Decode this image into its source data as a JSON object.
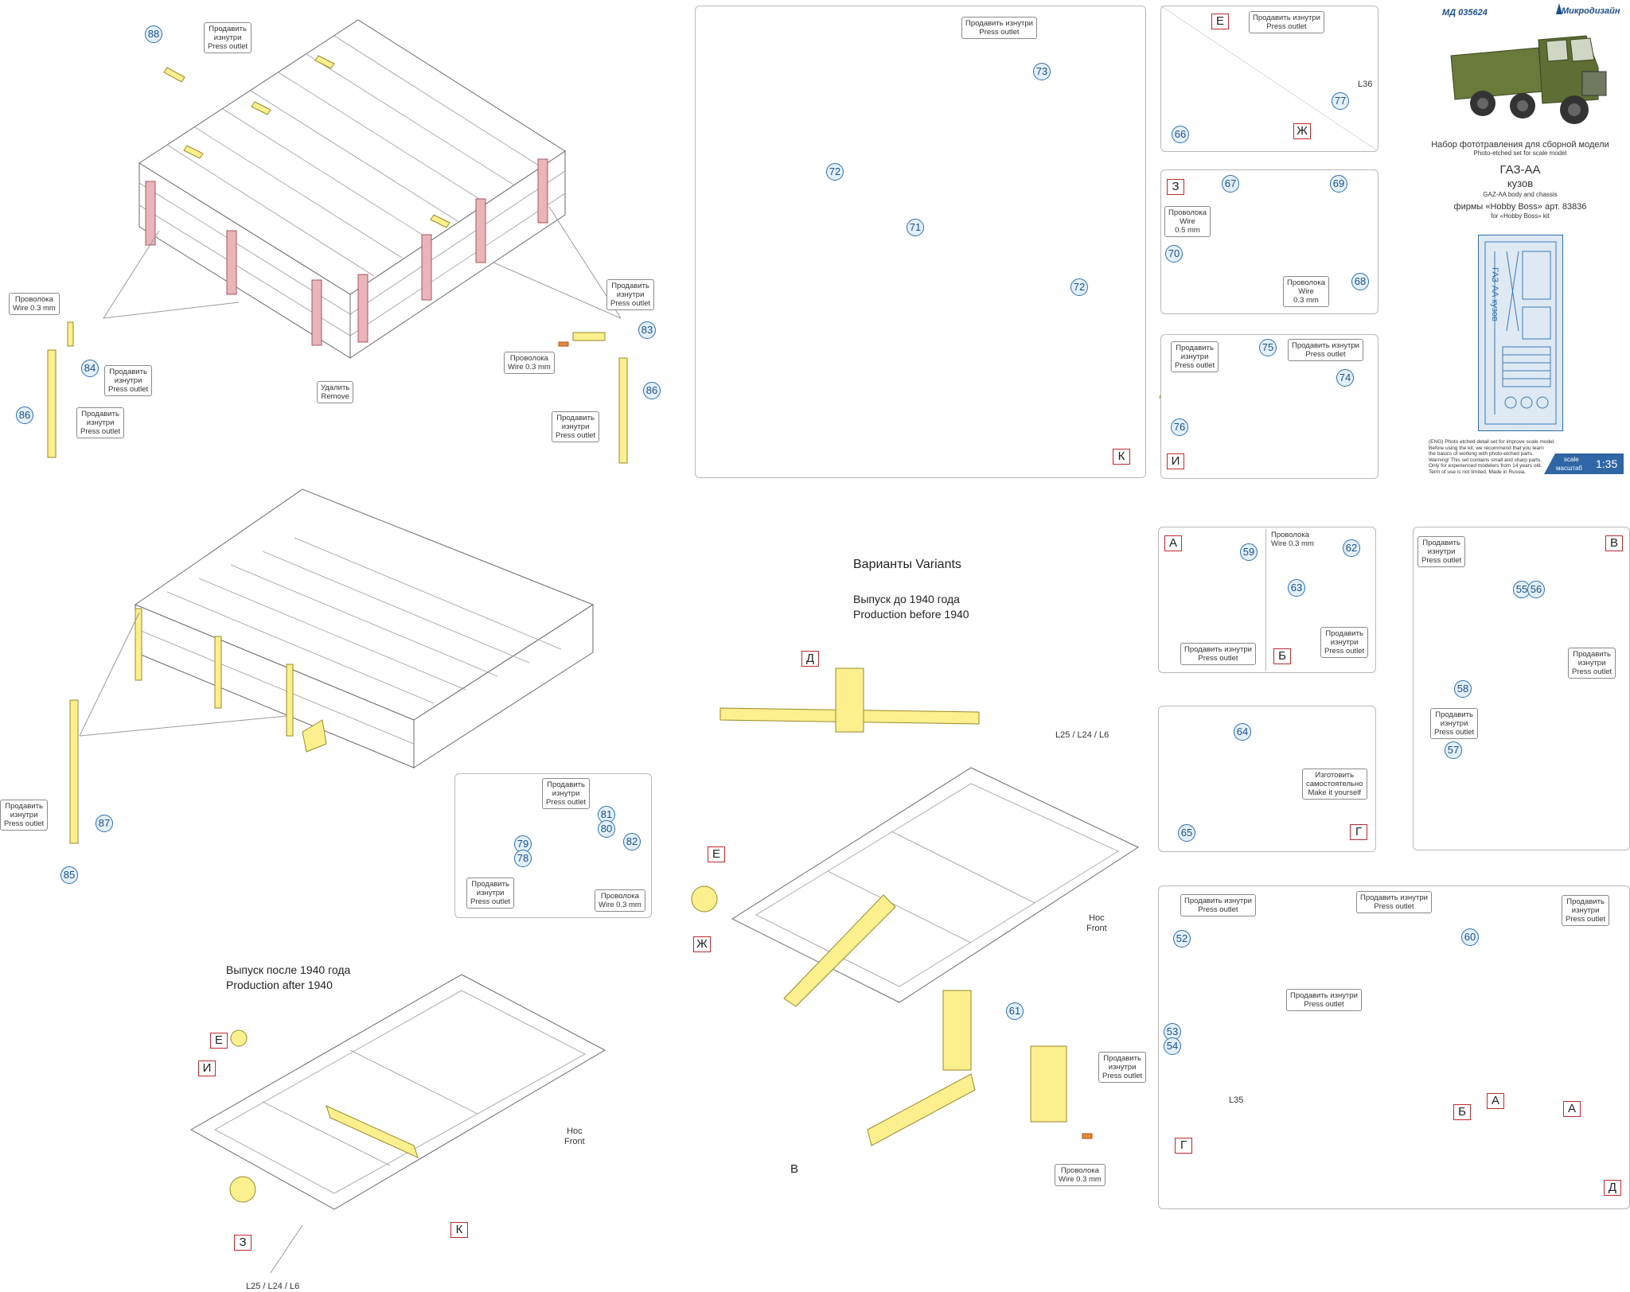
{
  "header": {
    "code": "МД 035624",
    "brand": "Микродизайн",
    "title_ru": "Набор фототравления для сборной модели",
    "title_en": "Photo-etched set for scale model",
    "model": "ГАЗ-АА",
    "subtitle_ru": "кузов",
    "subtitle_en": "GAZ-AA body and chassis",
    "kit_ru": "фирмы «Hobby Boss» арт. 83836",
    "kit_en": "for «Hobby Boss» kit",
    "fret_label": "ГАЗ-АА кузов",
    "disclaimer": "(ENG) Photo etched detail set for improve scale model.\nBefore using the kit, we recommend that you learn\nthe basics of working with photo-etched parts.\nWarning! This set contains small and sharp parts.\nOnly for experienced modelers from 14 years old.\nTerm of use is not limited. Made in Russia.",
    "scale_label_en": "scale",
    "scale_label_ru": "масштаб",
    "scale_value": "1:35"
  },
  "labels": {
    "press_outlet": "Продавить\nизнутри\nPress outlet",
    "press_outlet_2": "Продавить изнутри\nPress outlet",
    "wire_03": "Проволока\nWire 0.3 mm",
    "wire_05": "Проволока\nWire\n0.5 mm",
    "wire_03b": "Проволока\nWire\n0.3 mm",
    "wire_03_inline": "Проволока\nWire 0.3 mm",
    "remove": "Удалить\nRemove",
    "make_yourself": "Изготовить\nсамостоятельно\nMake it yourself",
    "front": "Нос\nFront",
    "l36": "L36",
    "l35": "L35",
    "l25": "L25 / L24 / L6"
  },
  "headings": {
    "variants": "Варианты Variants",
    "before_1940": "Выпуск до 1940 года\nProduction before 1940",
    "after_1940": "Выпуск после 1940 года\nProduction after 1940"
  },
  "panel_letters": {
    "K": "К",
    "E": "Е",
    "ZH": "Ж",
    "Z": "З",
    "I": "И",
    "A": "А",
    "B": "Б",
    "V": "В",
    "G": "Г",
    "D": "Д"
  },
  "parts": {
    "p52": "52",
    "p53": "53",
    "p54": "54",
    "p55": "55",
    "p56": "56",
    "p57": "57",
    "p58": "58",
    "p59": "59",
    "p60": "60",
    "p61": "61",
    "p62": "62",
    "p63": "63",
    "p64": "64",
    "p65": "65",
    "p66": "66",
    "p67": "67",
    "p68": "68",
    "p69": "69",
    "p70": "70",
    "p71": "71",
    "p72": "72",
    "p73": "73",
    "p74": "74",
    "p75": "75",
    "p76": "76",
    "p77": "77",
    "p78": "78",
    "p79": "79",
    "p80": "80",
    "p81": "81",
    "p82": "82",
    "p83": "83",
    "p84": "84",
    "p85": "85",
    "p86": "86",
    "p87": "87",
    "p88": "88"
  },
  "colors": {
    "part_fill": "#fbef8e",
    "remove_fill": "#eab4b8",
    "badge_border": "#2a6fb0",
    "letter_border": "#c0282d",
    "scale_box": "#2f66a5"
  }
}
